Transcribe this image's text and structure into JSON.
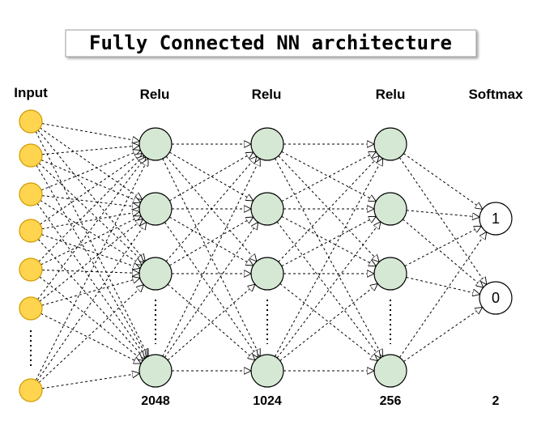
{
  "title": "Fully Connected NN architecture",
  "layers": [
    {
      "label": "Input",
      "count": "",
      "node_color": "#ffd54f",
      "node_stroke": "#d19a00",
      "nodes": 7,
      "ellipsis_gap": true
    },
    {
      "label": "Relu",
      "count": "2048",
      "node_color": "#d5e8d4",
      "node_stroke": "#000000",
      "nodes": 4,
      "ellipsis_gap": true
    },
    {
      "label": "Relu",
      "count": "1024",
      "node_color": "#d5e8d4",
      "node_stroke": "#000000",
      "nodes": 4,
      "ellipsis_gap": true
    },
    {
      "label": "Relu",
      "count": "256",
      "node_color": "#d5e8d4",
      "node_stroke": "#000000",
      "nodes": 4,
      "ellipsis_gap": true
    },
    {
      "label": "Softmax",
      "count": "2",
      "node_color": "#ffffff",
      "node_stroke": "#000000",
      "nodes": 2,
      "ellipsis_gap": false,
      "node_labels": [
        "1",
        "0"
      ]
    }
  ]
}
